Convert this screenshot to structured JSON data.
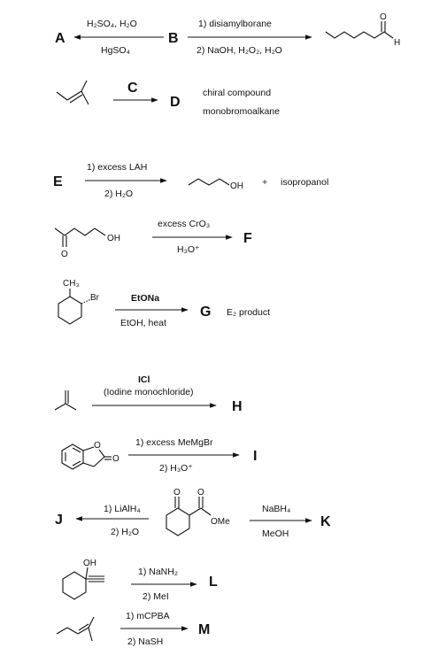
{
  "reactions": {
    "r1": {
      "letter_a": "A",
      "letter_b": "B",
      "left_cond_top": "H₂SO₄, H₂O",
      "left_cond_bottom": "HgSO₄",
      "right_cond_top": "1) disiamylborane",
      "right_cond_bottom": "2) NaOH, H₂O₂, H₂O",
      "product_atom": "H",
      "product_o": "O"
    },
    "r2": {
      "reagent": "C",
      "product": "D",
      "note_line1": "chiral compound",
      "note_line2": "monobromoalkane"
    },
    "r3": {
      "letter": "E",
      "cond_top": "1) excess LAH",
      "cond_bottom": "2) H₂O",
      "oh": "OH",
      "plus": "+",
      "coproduct": "isopropanol"
    },
    "r4": {
      "oh": "OH",
      "o": "O",
      "cond_top": "excess CrO₃",
      "cond_bottom": "H₃O⁺",
      "product": "F"
    },
    "r5": {
      "ch3": "CH₃",
      "br": "Br",
      "cond_top": "EtONa",
      "cond_bottom": "EtOH, heat",
      "product": "G",
      "note": "E₂ product"
    },
    "r6": {
      "cond_top": "ICl",
      "cond_bottom": "(Iodine monochloride)",
      "product": "H"
    },
    "r7": {
      "ring_o": "O",
      "carbonyl_o": "O",
      "cond_top": "1) excess MeMgBr",
      "cond_bottom": "2) H₃O⁺",
      "product": "I"
    },
    "r8": {
      "left_product": "J",
      "left_cond_top": "1) LiAlH₄",
      "left_cond_bottom": "2) H₂O",
      "ketone_o": "O",
      "ester_o": "O",
      "ome": "OMe",
      "right_cond_top": "NaBH₄",
      "right_cond_bottom": "MeOH",
      "right_product": "K"
    },
    "r9": {
      "oh": "OH",
      "cond_top": "1) NaNH₂",
      "cond_bottom": "2) MeI",
      "product": "L"
    },
    "r10": {
      "cond_top": "1) mCPBA",
      "cond_bottom": "2) NaSH",
      "product": "M"
    }
  }
}
